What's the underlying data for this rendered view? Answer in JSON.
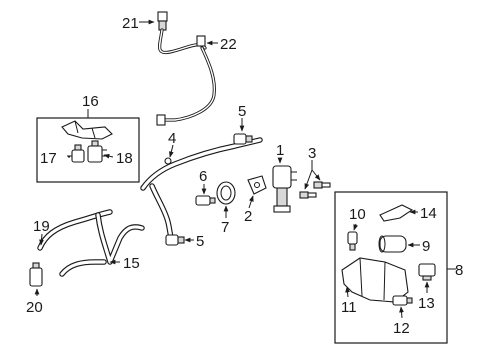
{
  "callouts": {
    "c1": "1",
    "c2": "2",
    "c3": "3",
    "c4": "4",
    "c5a": "5",
    "c5b": "5",
    "c6": "6",
    "c7": "7",
    "c8": "8",
    "c9": "9",
    "c10": "10",
    "c11": "11",
    "c12": "12",
    "c13": "13",
    "c14": "14",
    "c15": "15",
    "c16": "16",
    "c17": "17",
    "c18": "18",
    "c19": "19",
    "c20": "20",
    "c21": "21",
    "c22": "22"
  }
}
